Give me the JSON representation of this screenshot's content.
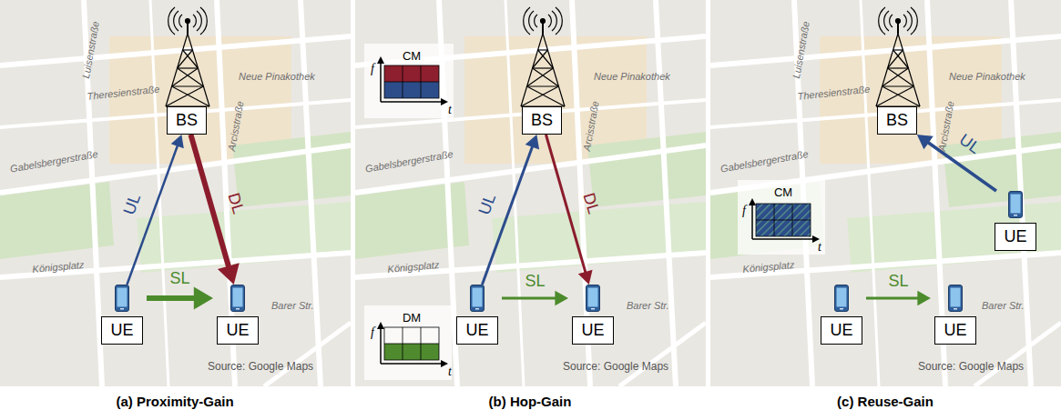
{
  "diagram": {
    "nodes": [
      {
        "text": [
          "BS"
        ]
      },
      {
        "text": [
          "UE"
        ]
      },
      {
        "text": [
          "UE"
        ]
      },
      {
        "text": [
          "BS"
        ]
      },
      {
        "text": [
          "UE"
        ]
      },
      {
        "text": [
          "UE"
        ]
      },
      {
        "text": [
          "BS"
        ]
      },
      {
        "text": [
          "UE"
        ]
      },
      {
        "text": [
          "UE"
        ]
      },
      {
        "text": [
          "UE"
        ]
      }
    ],
    "edges": [
      {
        "from": 1,
        "to": 0,
        "arrow": "to",
        "label": "UL"
      },
      {
        "from": 0,
        "to": 2,
        "arrow": "to",
        "label": "DL"
      },
      {
        "from": 1,
        "to": 2,
        "arrow": "to",
        "label": "SL"
      },
      {
        "from": 4,
        "to": 3,
        "arrow": "to",
        "label": "UL"
      },
      {
        "from": 3,
        "to": 5,
        "arrow": "to",
        "label": "DL"
      },
      {
        "from": 4,
        "to": 5,
        "arrow": "to",
        "label": "SL"
      },
      {
        "from": 7,
        "to": 6,
        "arrow": "to",
        "label": "UL"
      },
      {
        "from": 8,
        "to": 9,
        "arrow": "to",
        "label": "SL"
      }
    ],
    "labels": [
      "Luisenstraße",
      "Theresienstraße",
      "Neue Pinakothek",
      "Arcisstraße",
      "Gabelsbergerstraße",
      "Königsplatz",
      "Barer Str.",
      "Source: Google Maps",
      "Neue Pinakothek",
      "Arcisstraße",
      "Gabelsbergerstraße",
      "Königsplatz",
      "Barer Str.",
      "Source: Google Maps",
      "CM",
      "f",
      "t",
      "DM",
      "f",
      "t",
      "Luisenstraße",
      "Theresienstraße",
      "Neue Pinakothek",
      "Arcisstraße",
      "Gabelsbergerstraße",
      "Königsplatz",
      "Barer Str.",
      "Source: Google Maps",
      "CM",
      "f",
      "t",
      "(a) Proximity-Gain",
      "(b) Hop-Gain",
      "(c) Reuse-Gain"
    ]
  }
}
